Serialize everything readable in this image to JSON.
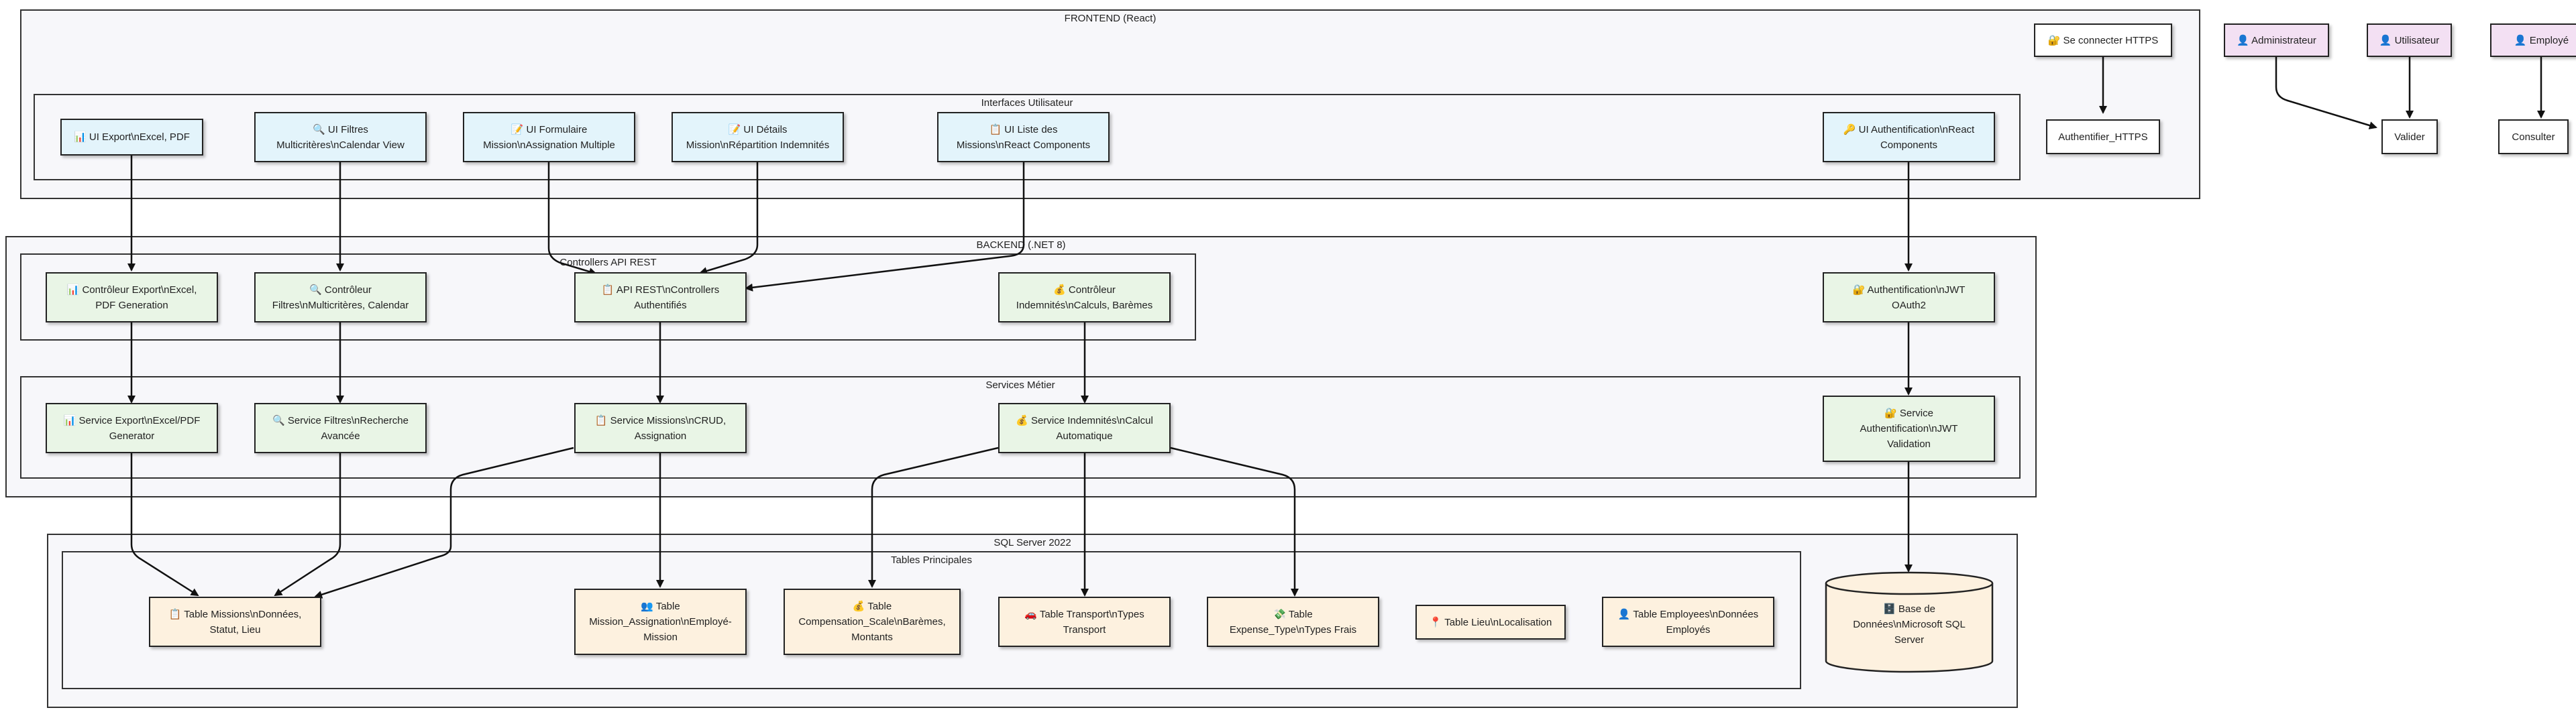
{
  "clusters": {
    "frontend": "FRONTEND (React)",
    "interfaces": "Interfaces Utilisateur",
    "backend": "BACKEND (.NET 8)",
    "controllers": "Controllers API REST",
    "services": "Services Métier",
    "sql": "SQL Server 2022",
    "tables": "Tables Principales"
  },
  "nodes": {
    "ui_export": "📊 UI Export\\nExcel, PDF",
    "ui_filtres": "🔍 UI Filtres\nMulticritères\\nCalendar View",
    "ui_formulaire": "📝 UI Formulaire\nMission\\nAssignation Multiple",
    "ui_details": "📝 UI Détails\nMission\\nRépartition Indemnités",
    "ui_liste": "📋 UI Liste des\nMissions\\nReact Components",
    "ui_auth": "🔑 UI Authentification\\nReact\nComponents",
    "https": "🔐 Se connecter HTTPS",
    "auth_https": "Authentifier_HTTPS",
    "admin": "👤 Administrateur",
    "utilisateur": "👤 Utilisateur",
    "employe": "👤 Employé",
    "valider": "Valider",
    "consulter": "Consulter",
    "ctrl_export": "📊 Contrôleur Export\\nExcel,\nPDF Generation",
    "ctrl_filtres": "🔍 Contrôleur\nFiltres\\nMulticritères, Calendar",
    "api_rest": "📋 API REST\\nControllers\nAuthentifiés",
    "ctrl_indemnites": "💰 Contrôleur\nIndemnités\\nCalculs, Barèmes",
    "auth_jwt": "🔐 Authentification\\nJWT\nOAuth2",
    "svc_export": "📊 Service Export\\nExcel/PDF\nGenerator",
    "svc_filtres": "🔍 Service Filtres\\nRecherche\nAvancée",
    "svc_missions": "📋 Service Missions\\nCRUD,\nAssignation",
    "svc_indemnites": "💰 Service Indemnités\\nCalcul\nAutomatique",
    "svc_auth": "🔐 Service\nAuthentification\\nJWT\nValidation",
    "tbl_missions": "📋 Table Missions\\nDonnées,\nStatut, Lieu",
    "tbl_assignation": "👥 Table\nMission_Assignation\\nEmployé-\nMission",
    "tbl_compensation": "💰 Table\nCompensation_Scale\\nBarèmes,\nMontants",
    "tbl_transport": "🚗 Table Transport\\nTypes\nTransport",
    "tbl_expense": "💸 Table\nExpense_Type\\nTypes Frais",
    "tbl_lieu": "📍 Table Lieu\\nLocalisation",
    "tbl_employees": "👤 Table Employees\\nDonnées\nEmployés",
    "db_sql": "🗄️ Base de\nDonnées\\nMicrosoft SQL\nServer"
  },
  "colors": {
    "ui": "#e3f4fb",
    "controller": "#e9f5e6",
    "table": "#fdf1df",
    "actor": "#f3e0f3",
    "cluster": "#f7f7fa"
  }
}
